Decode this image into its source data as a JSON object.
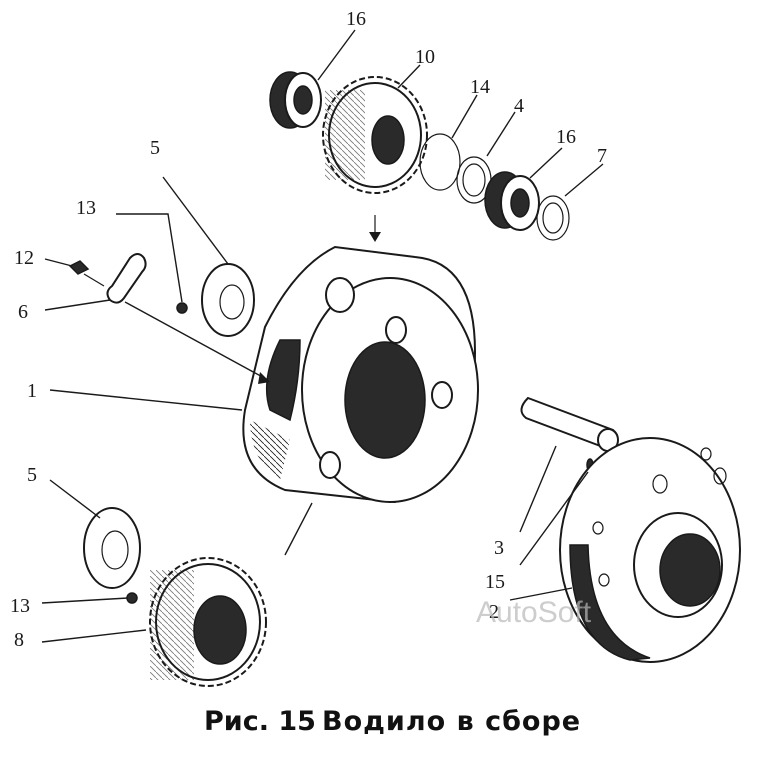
{
  "caption": {
    "figure": "Рис. 15",
    "title": "Водило в сборе"
  },
  "watermark": "AutoSoft",
  "callouts": [
    "16",
    "10",
    "14",
    "4",
    "16",
    "7",
    "5",
    "13",
    "12",
    "6",
    "1",
    "5",
    "13",
    "8",
    "3",
    "15",
    "2"
  ]
}
